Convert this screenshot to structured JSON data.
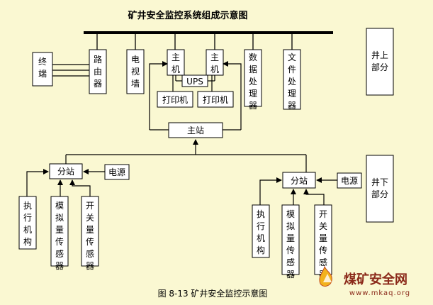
{
  "title": "矿井安全监控系统组成示意图",
  "caption": "图 8-13  矿井安全监控示意图",
  "watermark": {
    "brand": "煤矿安全网",
    "url": "www.mkaq.org"
  },
  "labels": {
    "terminal": "终端",
    "router": "路由器",
    "tv_wall": "电视墙",
    "host1": "主机",
    "host2": "主机",
    "ups": "UPS",
    "printer1": "打印机",
    "printer2": "打印机",
    "data_proc": "数据处理器",
    "file_proc": "文件处理器",
    "above_ground": "井上部分",
    "main_station": "主站",
    "sub_left": "分站",
    "power_left": "电源",
    "exec_left": "执行机构",
    "analog_left": "模拟量传感器",
    "switch_left": "开关量传感器",
    "sub_right": "分站",
    "power_right": "电源",
    "exec_right": "执行机构",
    "analog_right": "模拟量传感器",
    "switch_right": "开关量传感器",
    "underground": "井下部分"
  },
  "colors": {
    "background": "#faf8d2",
    "line": "#000000",
    "box": "#ffffff",
    "brand": "#8b2a1a"
  }
}
